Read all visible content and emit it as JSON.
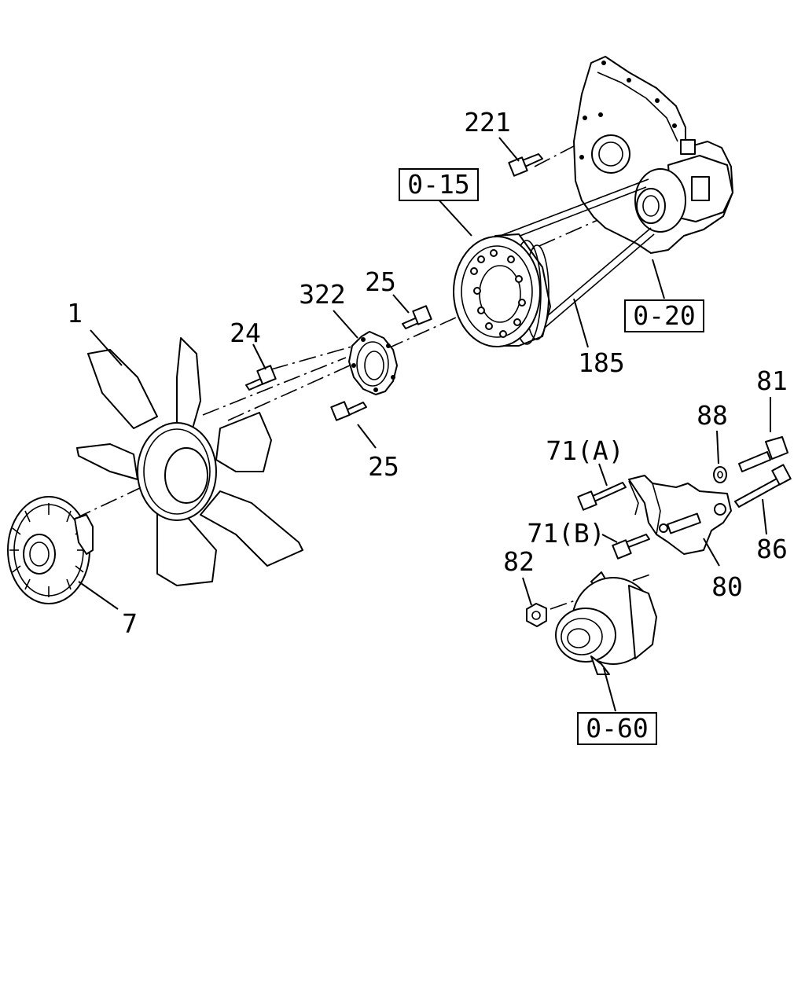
{
  "labels": {
    "p1": "1",
    "p7": "7",
    "p24": "24",
    "p25_top": "25",
    "p25_bottom": "25",
    "p322": "322",
    "p221": "221",
    "p185": "185",
    "p81": "81",
    "p88": "88",
    "p71a": "71(A)",
    "p71b": "71(B)",
    "p86": "86",
    "p80": "80",
    "p82": "82"
  },
  "refs": {
    "r015": "0-15",
    "r020": "0-20",
    "r060": "0-60"
  }
}
